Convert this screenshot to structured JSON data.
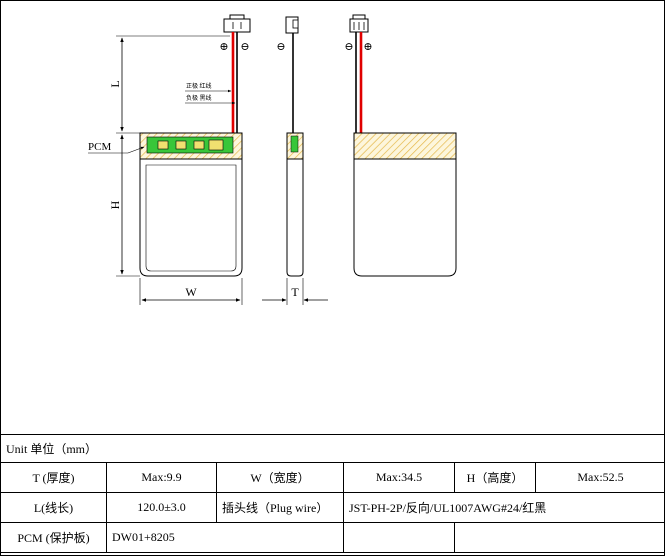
{
  "drawing": {
    "labels": {
      "L": "L",
      "H": "H",
      "W": "W",
      "T": "T",
      "pcm": "PCM",
      "pos_wire": "正极 红线",
      "neg_wire": "负极 黑线",
      "plus": "⊕",
      "minus": "⊖"
    },
    "colors": {
      "red_wire": "#e00000",
      "black_wire": "#000000",
      "pcm_board": "#39c639",
      "pcm_chip": "#f0e070",
      "hatch": "#e4b84a",
      "hatch_bg": "#fdf6dc"
    }
  },
  "table": {
    "unit": "Unit 单位（mm）",
    "row1": {
      "t_label": "T (厚度)",
      "t_value": "Max:9.9",
      "w_label": "W（宽度）",
      "w_value": "Max:34.5",
      "h_label": "H（高度）",
      "h_value": "Max:52.5"
    },
    "row2": {
      "l_label": "L(线长)",
      "l_value": "120.0±3.0",
      "plug_label": "插头线（Plug wire）",
      "plug_value": "JST-PH-2P/反向/UL1007AWG#24/红黑"
    },
    "row3": {
      "pcm_label": "PCM (保护板)",
      "pcm_value": "DW01+8205"
    }
  }
}
